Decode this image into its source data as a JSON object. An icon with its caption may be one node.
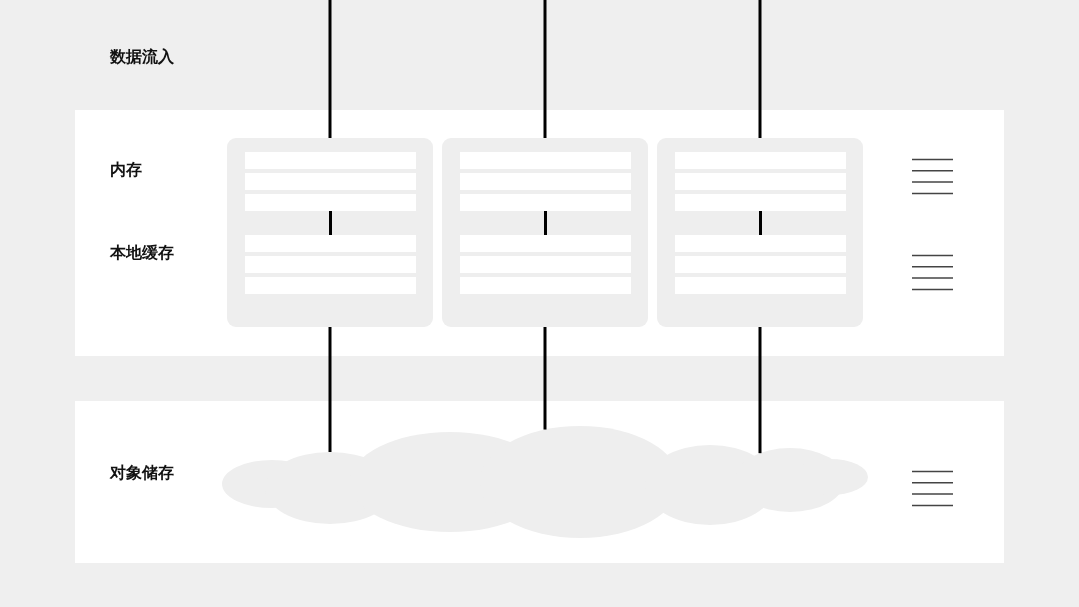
{
  "diagram": {
    "nodes": [
      {
        "text": [
          "内存",
          "本地缓存"
        ]
      },
      {
        "text": [],
        "shape": "box",
        "in": 0
      },
      {
        "text": [],
        "shape": "box",
        "in": 0
      },
      {
        "text": [],
        "shape": "box",
        "in": 0
      },
      {
        "text": [
          "对象储存"
        ]
      },
      {
        "text": [],
        "shape": "cloud",
        "in": 4
      }
    ],
    "edges": [
      {
        "from": null,
        "to": 1,
        "arrow": "none"
      },
      {
        "from": null,
        "to": 2,
        "arrow": "none"
      },
      {
        "from": null,
        "to": 3,
        "arrow": "none"
      },
      {
        "from": 1,
        "to": 5,
        "arrow": "none"
      },
      {
        "from": 2,
        "to": 5,
        "arrow": "none"
      },
      {
        "from": 3,
        "to": 5,
        "arrow": "none"
      }
    ],
    "labels": [
      "数据流入"
    ]
  }
}
